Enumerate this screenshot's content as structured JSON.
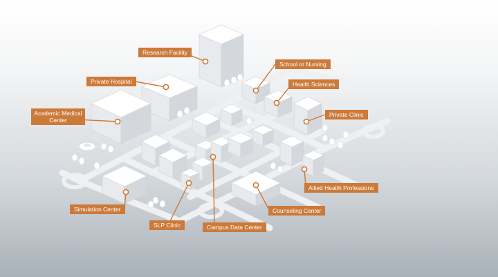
{
  "labels": {
    "research_facility": "Research Facility",
    "school_nursing": "School or Nursing",
    "private_hospital": "Private Hospital",
    "health_sciences": "Health Sciences",
    "academic_medical_center": "Academic Medical Center",
    "private_clinic": "Private Clinic",
    "allied_health": "Allied Health Professions",
    "simulation_center": "Simulation Center",
    "counseling_center": "Counseling Center",
    "slp_clinic": "SLP Clinic",
    "campus_data_center": "Campus Data Center"
  },
  "colors": {
    "accent": "#cc7a3a",
    "road": "#eef0f2",
    "building_top": "#ffffff",
    "building_left": "#e6e8eb",
    "building_right": "#d2d6da"
  }
}
